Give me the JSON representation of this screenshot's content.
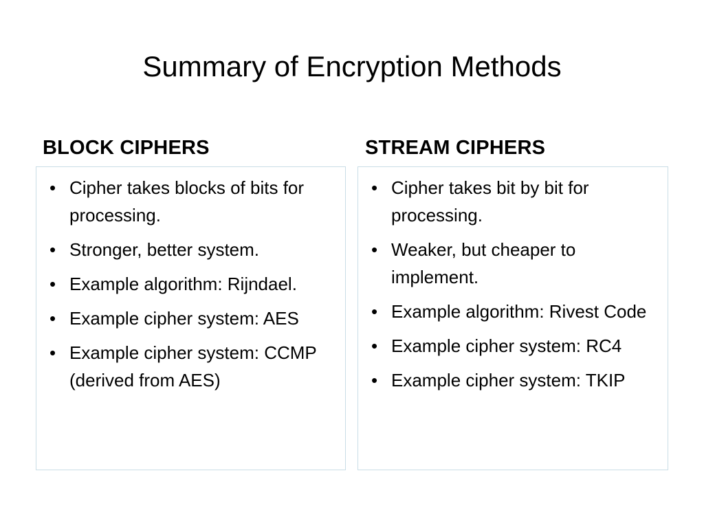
{
  "slide": {
    "title": "Summary of Encryption Methods"
  },
  "block": {
    "heading": "BLOCK CIPHERS",
    "items": [
      "Cipher takes blocks of bits for processing.",
      "Stronger, better system.",
      "Example algorithm: Rijndael.",
      "Example cipher system: AES",
      "Example cipher system: CCMP (derived from AES)"
    ]
  },
  "stream": {
    "heading": "STREAM CIPHERS",
    "items": [
      "Cipher takes bit by bit for processing.",
      "Weaker, but cheaper to implement.",
      "Example algorithm: Rivest Code",
      "Example cipher system: RC4",
      "Example cipher system: TKIP"
    ]
  },
  "bullet_glyph": "•",
  "colors": {
    "box_border": "#c9dde6",
    "text": "#000000",
    "background": "#ffffff"
  }
}
